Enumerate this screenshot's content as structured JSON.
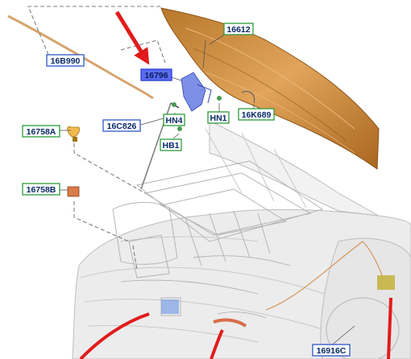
{
  "labels": {
    "hood": "16612",
    "hood_seal": "16B990",
    "hinge": "16796",
    "hood_rod": "16C826",
    "rod_retainer": "16K689",
    "nut_hn4": "HN4",
    "nut_hn1": "HN1",
    "bolt_hb1": "HB1",
    "bumper_upper": "16758A",
    "bumper_lower": "16758B",
    "fender_bracket": "16916C"
  },
  "colors": {
    "hood": "#c98a3a",
    "highlight": "#5b6cf0",
    "arrow": "#e11b1b",
    "label_green": "#2e9b3a",
    "label_blue": "#2b57c8"
  }
}
